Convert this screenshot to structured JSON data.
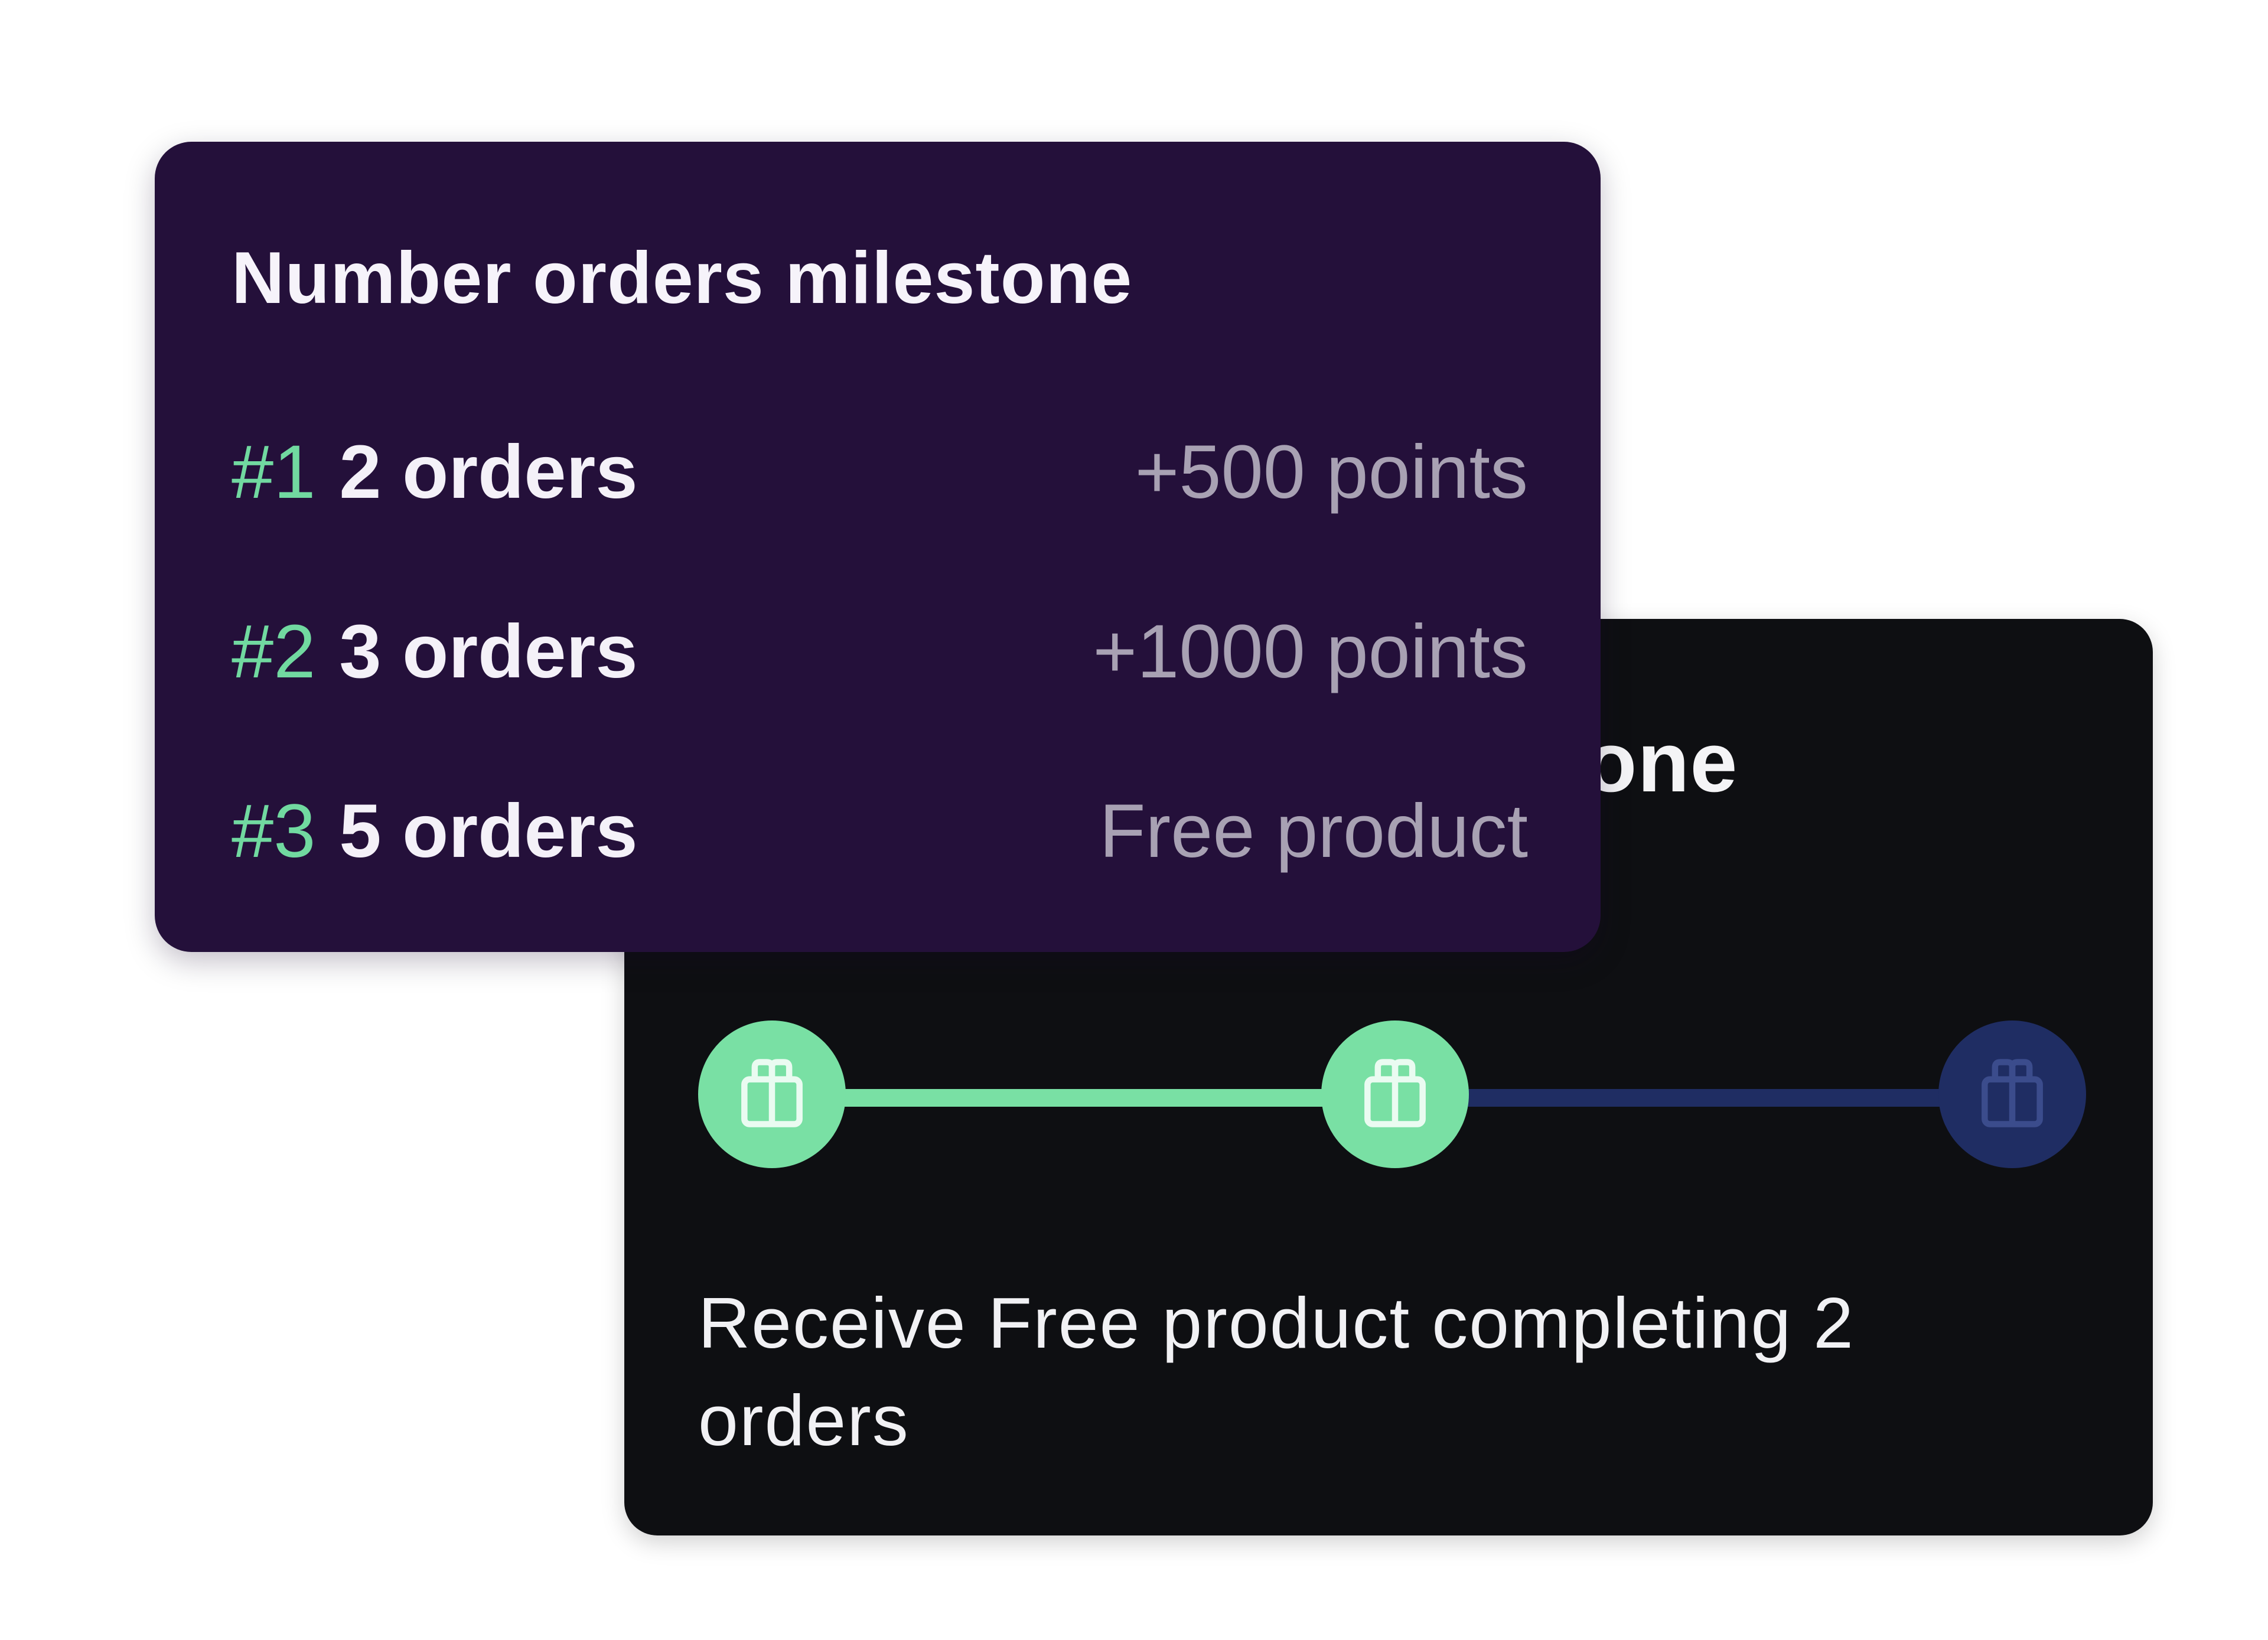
{
  "milestone_progress": {
    "title_visible_fragment": "tone",
    "description": "Receive Free product completing 2 orders",
    "steps": [
      {
        "status": "completed",
        "icon": "gift-icon"
      },
      {
        "status": "completed",
        "icon": "gift-icon"
      },
      {
        "status": "pending",
        "icon": "gift-icon"
      }
    ],
    "colors": {
      "completed": "#79e0a4",
      "pending": "#1f2d63",
      "card_background": "#0e0f12"
    }
  },
  "milestone_list": {
    "title": "Number orders milestone",
    "items": [
      {
        "number": "#1",
        "orders": "2 orders",
        "reward": "+500 points"
      },
      {
        "number": "#2",
        "orders": "3 orders",
        "reward": "+1000 points"
      },
      {
        "number": "#3",
        "orders": "5 orders",
        "reward": "Free product"
      }
    ],
    "colors": {
      "card_background": "#24103a",
      "number_accent": "#71d9a0",
      "reward_text": "#a8a1b3"
    }
  }
}
